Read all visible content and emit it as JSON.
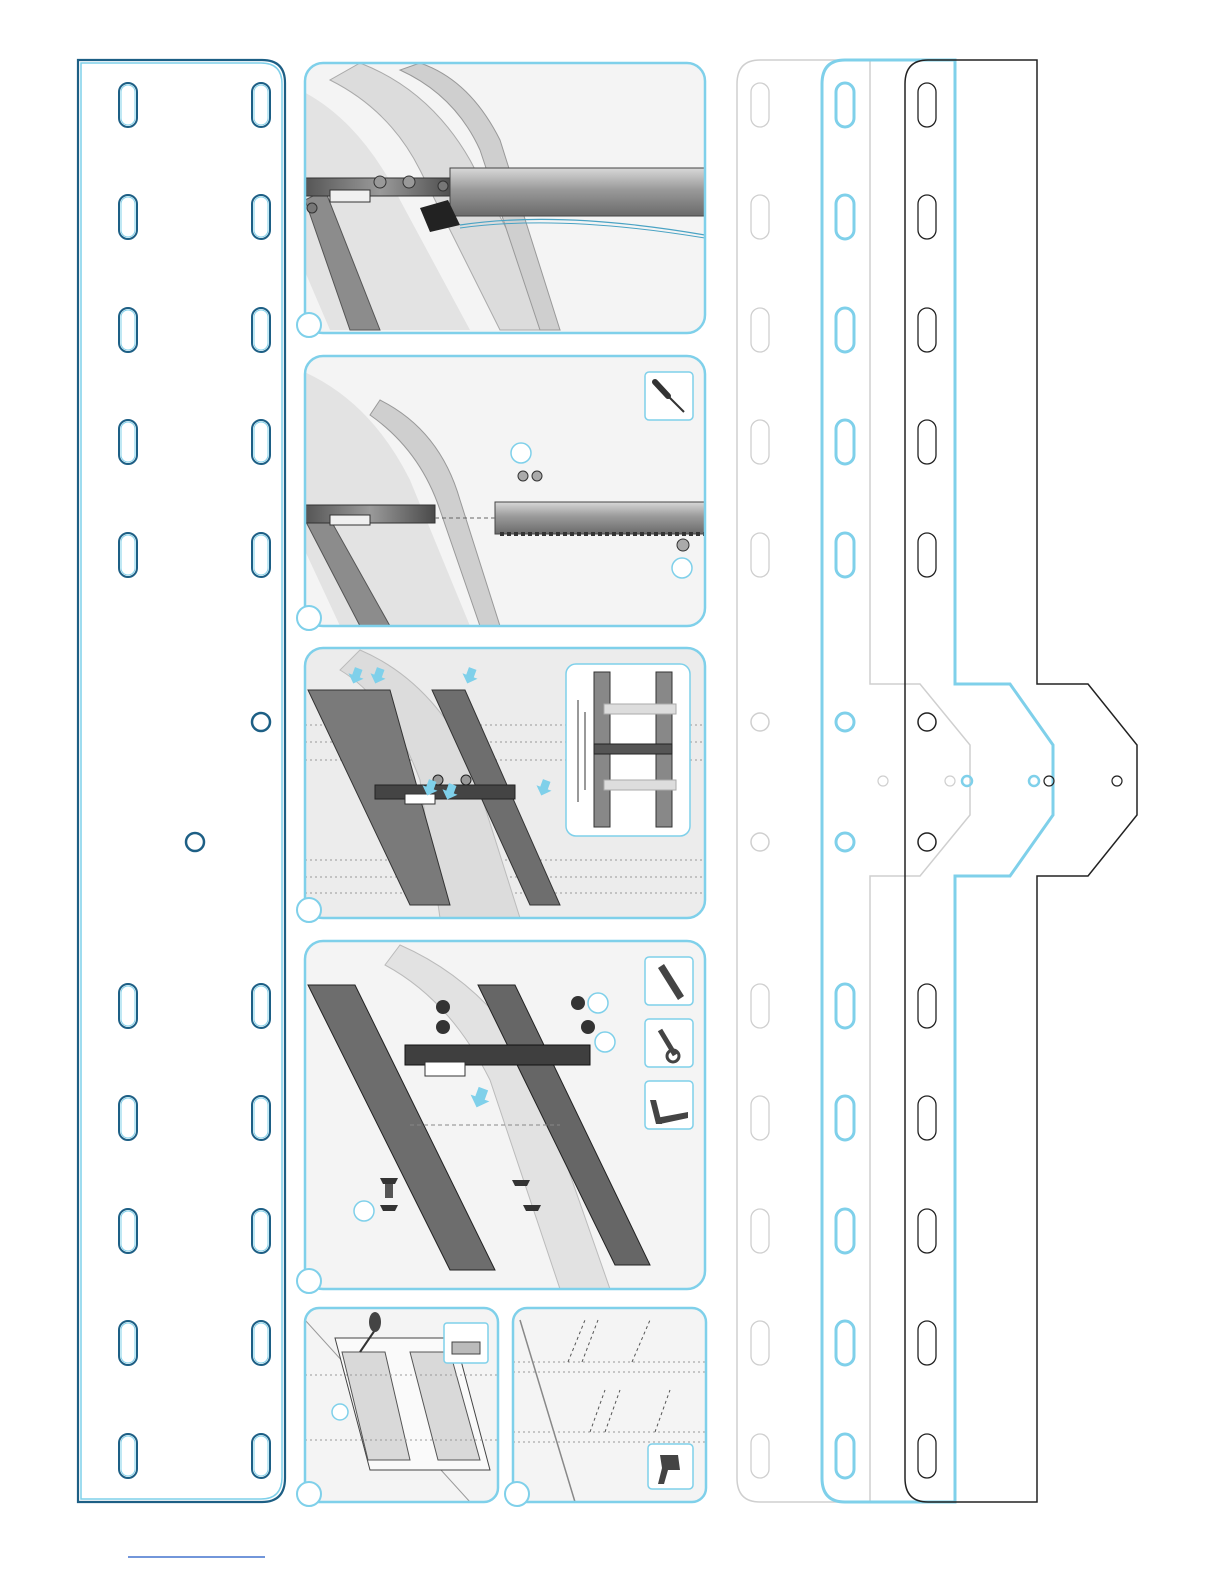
{
  "document": {
    "type": "wall-mount installation sheet",
    "accent_color": "#7fd0ea",
    "frame_color": "#1d5f85",
    "panel_bg": "#ececec",
    "outline_color": "#222222",
    "light_outline_color": "#cccccc"
  },
  "steps": [
    {
      "id": "step-1",
      "title": "",
      "tool_icons": []
    },
    {
      "id": "step-2",
      "title": "",
      "tool_icons": [
        "screwdriver-icon"
      ]
    },
    {
      "id": "step-3",
      "title": "",
      "tool_icons": []
    },
    {
      "id": "step-4",
      "title": "",
      "tool_icons": [
        "hex-key-icon",
        "wrench-icon",
        "hex-key-icon"
      ]
    },
    {
      "id": "step-5",
      "title": "",
      "tool_icons": []
    },
    {
      "id": "step-6",
      "title": "",
      "tool_icons": [
        "drill-icon"
      ]
    }
  ],
  "templates": [
    {
      "id": "left-frame-template",
      "style": "blue-frame"
    },
    {
      "id": "right-template-light",
      "style": "light-gray"
    },
    {
      "id": "right-template-blue",
      "style": "accent-blue"
    },
    {
      "id": "right-template-black",
      "style": "black"
    }
  ]
}
